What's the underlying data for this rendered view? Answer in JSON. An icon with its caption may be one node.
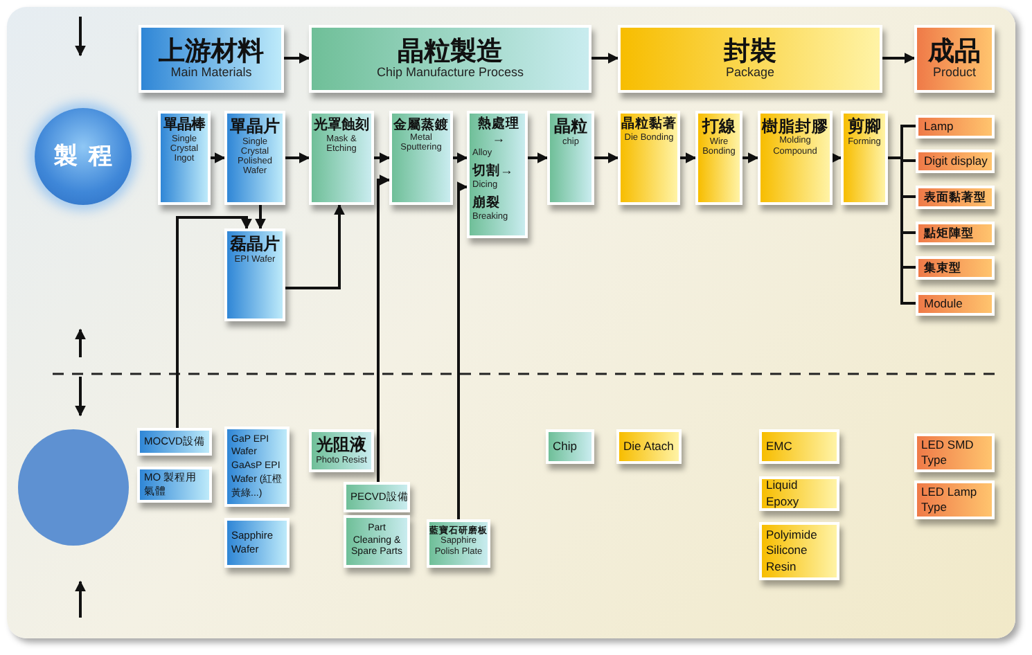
{
  "diagram": {
    "nodes": [
      {
        "text": [
          "上游材料",
          "Main Materials"
        ]
      },
      {
        "text": [
          "晶粒製造",
          "Chip Manufacture Process"
        ]
      },
      {
        "text": [
          "封裝",
          "Package"
        ]
      },
      {
        "text": [
          "成品",
          "Product"
        ]
      },
      {
        "text": [
          "製程"
        ]
      },
      {
        "text": [
          "單晶棒",
          "Single Crystal Ingot"
        ]
      },
      {
        "text": [
          "單晶片",
          "Single Crystal Polished Wafer"
        ]
      },
      {
        "text": [
          "磊晶片",
          "EPI Wafer"
        ]
      },
      {
        "text": [
          "光罩蝕刻",
          "Mask & Etching"
        ]
      },
      {
        "text": [
          "金屬蒸鍍",
          "Metal Sputtering"
        ]
      },
      {
        "text": [
          "熱處理→",
          "Alloy",
          "切割→",
          "Dicing",
          "崩裂",
          "Breaking"
        ]
      },
      {
        "text": [
          "晶粒",
          "chip"
        ]
      },
      {
        "text": [
          "晶粒黏著",
          "Die Bonding"
        ]
      },
      {
        "text": [
          "打線",
          "Wire Bonding"
        ]
      },
      {
        "text": [
          "樹脂封膠",
          "Molding Compound"
        ]
      },
      {
        "text": [
          "剪腳",
          "Forming"
        ]
      },
      {
        "text": [
          "Lamp"
        ]
      },
      {
        "text": [
          "Digit display"
        ]
      },
      {
        "text": [
          "表面黏著型"
        ]
      },
      {
        "text": [
          "點矩陣型"
        ]
      },
      {
        "text": [
          "集束型"
        ]
      },
      {
        "text": [
          "Module"
        ]
      },
      {
        "text": [],
        "shape": "circle"
      },
      {
        "text": [
          "MOCVD設備"
        ]
      },
      {
        "text": [
          "MO 製程用氣體"
        ]
      },
      {
        "text": [
          "GaP EPI Wafer GaAsP EPI Wafer (紅橙黃綠...)"
        ]
      },
      {
        "text": [
          "Sapphire Wafer"
        ]
      },
      {
        "text": [
          "光阻液",
          "Photo Resist"
        ]
      },
      {
        "text": [
          "PECVD設備"
        ]
      },
      {
        "text": [
          "Part Cleaning & Spare Parts"
        ]
      },
      {
        "text": [
          "藍寶石研磨板",
          "Sapphire Polish Plate"
        ]
      },
      {
        "text": [
          "Chip"
        ]
      },
      {
        "text": [
          "Die Atach"
        ]
      },
      {
        "text": [
          "EMC"
        ]
      },
      {
        "text": [
          "Liquid Epoxy"
        ]
      },
      {
        "text": [
          "Polyimide Silicone Resin"
        ]
      },
      {
        "text": [
          "LED SMD Type"
        ]
      },
      {
        "text": [
          "LED Lamp Type"
        ]
      }
    ],
    "edges": [
      {
        "from": 0,
        "to": 1,
        "arrow": "to"
      },
      {
        "from": 1,
        "to": 2,
        "arrow": "to"
      },
      {
        "from": 2,
        "to": 3,
        "arrow": "to"
      },
      {
        "from": 5,
        "to": 6,
        "arrow": "to"
      },
      {
        "from": 6,
        "to": 8,
        "arrow": "to"
      },
      {
        "from": 8,
        "to": 9,
        "arrow": "to"
      },
      {
        "from": 9,
        "to": 10,
        "arrow": "to"
      },
      {
        "from": 10,
        "to": 11,
        "arrow": "to"
      },
      {
        "from": 11,
        "to": 12,
        "arrow": "to"
      },
      {
        "from": 12,
        "to": 13,
        "arrow": "to"
      },
      {
        "from": 13,
        "to": 14,
        "arrow": "to"
      },
      {
        "from": 14,
        "to": 15,
        "arrow": "to"
      },
      {
        "from": 15,
        "to": 16,
        "arrow": "none"
      },
      {
        "from": 15,
        "to": 17,
        "arrow": "none"
      },
      {
        "from": 15,
        "to": 18,
        "arrow": "none"
      },
      {
        "from": 15,
        "to": 19,
        "arrow": "none"
      },
      {
        "from": 15,
        "to": 20,
        "arrow": "none"
      },
      {
        "from": 15,
        "to": 21,
        "arrow": "none"
      },
      {
        "from": 6,
        "to": 7,
        "arrow": "to"
      },
      {
        "from": 23,
        "to": 7,
        "arrow": "to"
      },
      {
        "from": 7,
        "to": 8,
        "arrow": "to"
      },
      {
        "from": 28,
        "to": 9,
        "arrow": "to"
      },
      {
        "from": 30,
        "to": 10,
        "arrow": "to"
      }
    ]
  }
}
